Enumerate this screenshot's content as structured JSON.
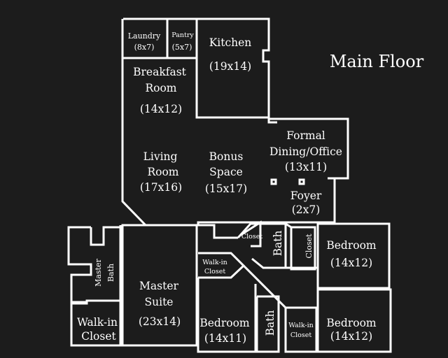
{
  "title": "Main Floor",
  "rooms": {
    "laundry": {
      "name": "Laundry",
      "size": "(8x7)"
    },
    "pantry": {
      "name": "Pantry",
      "size": "(5x7)"
    },
    "kitchen": {
      "name": "Kitchen",
      "size": "(19x14)"
    },
    "breakfast": {
      "line1": "Breakfast",
      "line2": "Room",
      "size": "(14x12)"
    },
    "living": {
      "line1": "Living",
      "line2": "Room",
      "size": "(17x16)"
    },
    "bonus": {
      "line1": "Bonus",
      "line2": "Space",
      "size": "(15x17)"
    },
    "dining": {
      "line1": "Formal",
      "line2": "Dining/Office",
      "size": "(13x11)"
    },
    "foyer": {
      "name": "Foyer",
      "size": "(2x7)"
    },
    "master_bath": {
      "line1": "Master",
      "line2": "Bath"
    },
    "master_suite": {
      "line1": "Master",
      "line2": "Suite",
      "size": "(23x14)"
    },
    "walkin_master": {
      "line1": "Walk-in",
      "line2": "Closet"
    },
    "walkin_mid": {
      "line1": "Walk-in",
      "line2": "Closet"
    },
    "bedroom_mid": {
      "name": "Bedroom",
      "size": "(14x11)"
    },
    "hall_bath_upper": {
      "name": "Bath"
    },
    "hall_bath_lower": {
      "name": "Bath"
    },
    "closet_a": {
      "name": "Closet"
    },
    "closet_b": {
      "name": "Closet"
    },
    "bedroom_ne": {
      "name": "Bedroom",
      "size": "(14x12)"
    },
    "bedroom_se": {
      "name": "Bedroom",
      "size": "(14x12)"
    },
    "walkin_se": {
      "line1": "Walk-in",
      "line2": "Closet"
    }
  }
}
